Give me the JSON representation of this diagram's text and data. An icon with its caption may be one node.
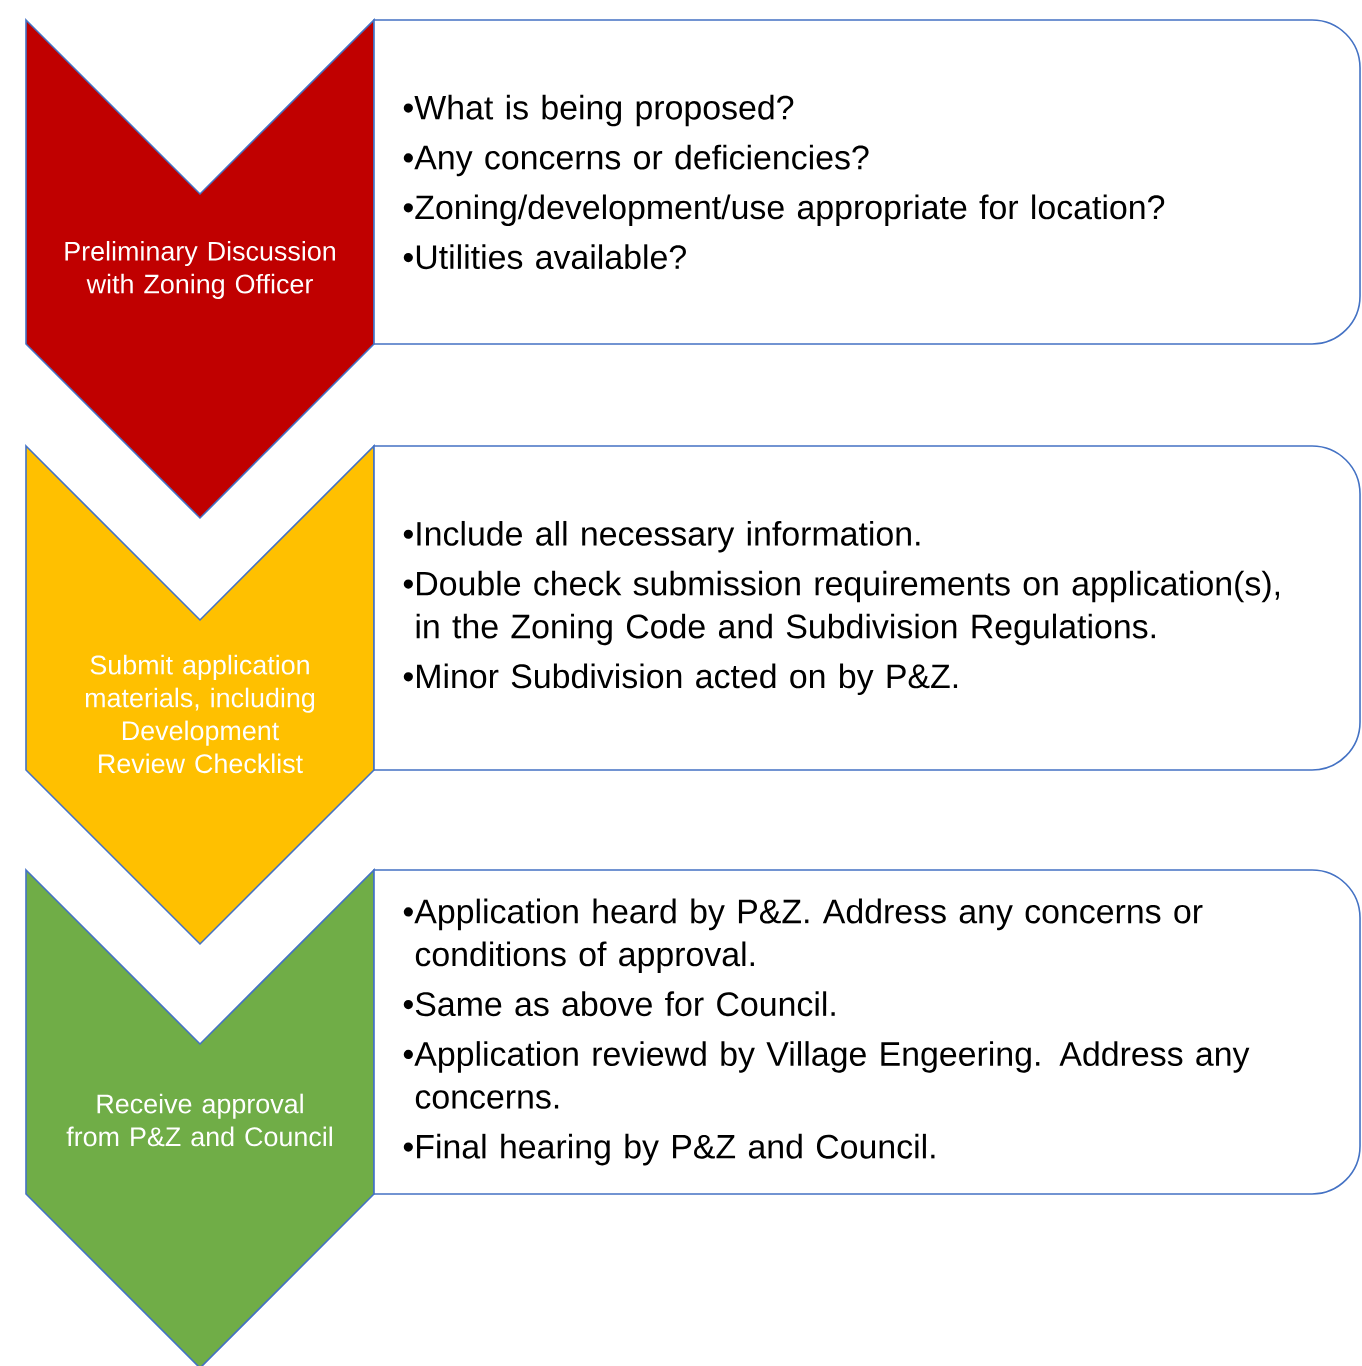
{
  "diagram": {
    "nodes": [
      {
        "text": [
          "Preliminary Discussion with Zoning Officer"
        ]
      },
      {
        "text": [
          "•What is being proposed?",
          "•Any concerns or deficiencies?",
          "•Zoning/development/use appropriate for location?",
          "•Utilities available?"
        ]
      },
      {
        "text": [
          "Submit application materials, including Development Review Checklist"
        ]
      },
      {
        "text": [
          "•Include all necessary information.",
          "•Double check submission requirements on application(s), in the Zoning Code and Subdivision Regulations.",
          "•Minor Subdivision acted on by P&Z."
        ]
      },
      {
        "text": [
          "Receive approval from P&Z and Council"
        ]
      },
      {
        "text": [
          "•Application heard by P&Z. Address any concerns or conditions of approval.",
          "•Same as above for Council.",
          "•Application reviewd by Village Engeering. Address any concerns.",
          "•Final hearing by P&Z and Council."
        ]
      }
    ]
  }
}
